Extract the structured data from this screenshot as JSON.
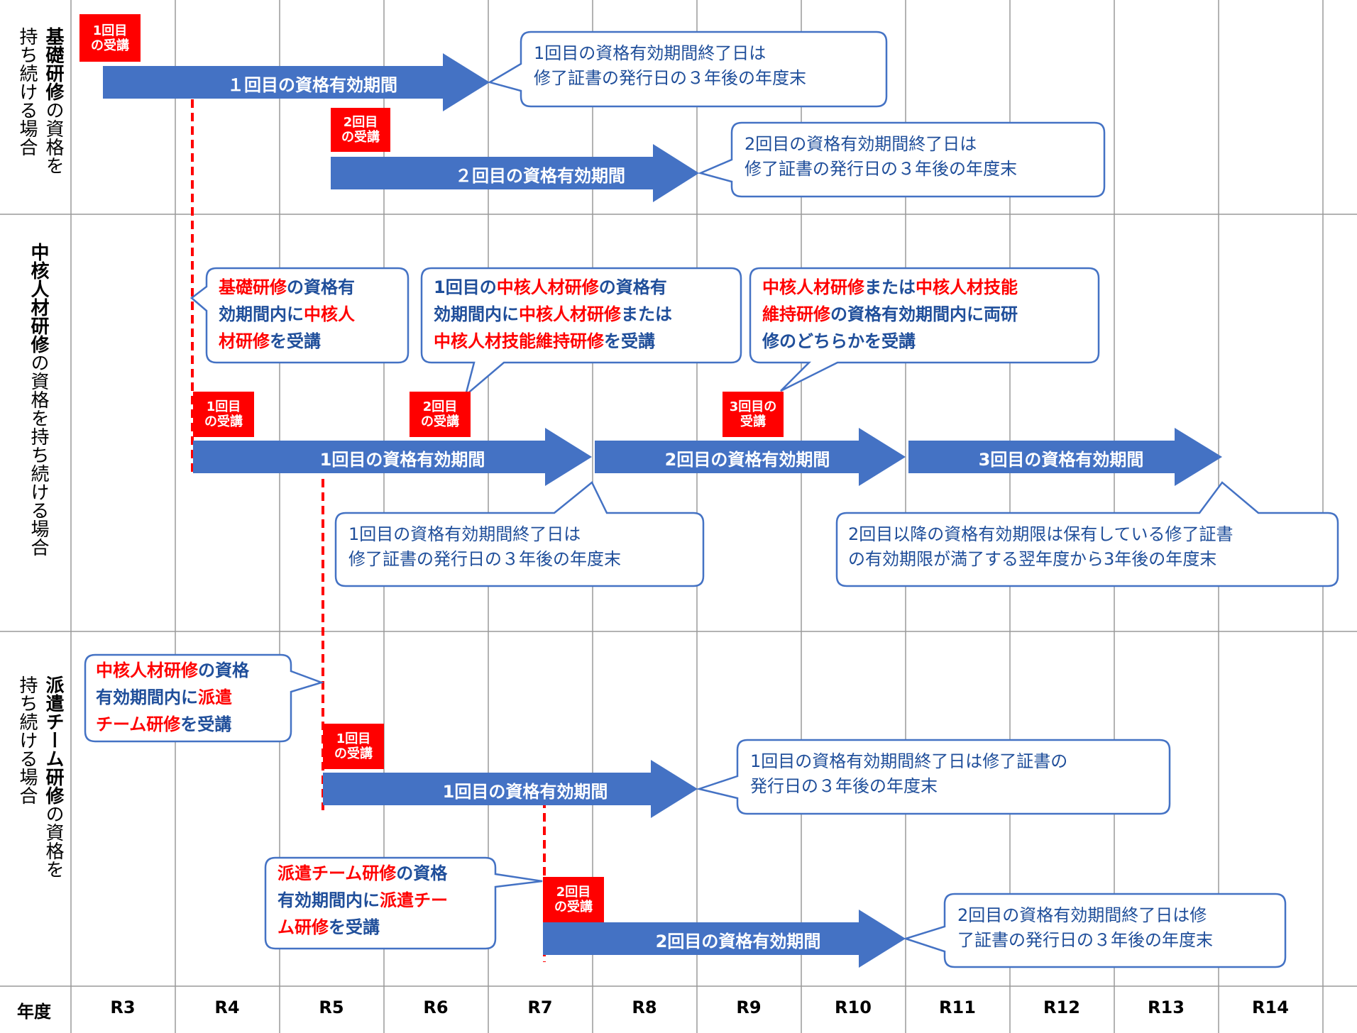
{
  "years": {
    "header": "年度",
    "labels": [
      "R3",
      "R4",
      "R5",
      "R6",
      "R7",
      "R8",
      "R9",
      "R10",
      "R11",
      "R12",
      "R13",
      "R14"
    ]
  },
  "sections": {
    "kiso": {
      "title_col1_bold": "基礎研修",
      "title_col1_rest": "の資格を",
      "title_col2": "持ち続ける場合"
    },
    "chukaku": {
      "title_bold": "中核人材研修",
      "title_rest": "の資格を持ち続ける場合"
    },
    "haken": {
      "title_col1_bold": "派遣チーム研修",
      "title_col1_rest": "の資格を",
      "title_col2": "持ち続ける場合"
    }
  },
  "badges": {
    "kiso_1": [
      "1回目",
      "の受講"
    ],
    "kiso_2": [
      "2回目",
      "の受講"
    ],
    "chukaku_1": [
      "1回目",
      "の受講"
    ],
    "chukaku_2": [
      "2回目",
      "の受講"
    ],
    "chukaku_3": [
      "3回目の",
      "受講"
    ],
    "haken_1": [
      "1回目",
      "の受講"
    ],
    "haken_2": [
      "2回目",
      "の受講"
    ]
  },
  "bars": {
    "kiso_1": "１回目の資格有効期間",
    "kiso_2": "２回目の資格有効期間",
    "chukaku_1": "1回目の資格有効期間",
    "chukaku_2": "2回目の資格有効期間",
    "chukaku_3": "3回目の資格有効期間",
    "haken_1": "1回目の資格有効期間",
    "haken_2": "2回目の資格有効期間"
  },
  "callouts": {
    "kiso_end1": [
      "1回目の資格有効期間終了日は",
      "修了証書の発行日の３年後の年度末"
    ],
    "kiso_end2": [
      "2回目の資格有効期間終了日は",
      "修了証書の発行日の３年後の年度末"
    ],
    "chukaku_cond1": {
      "l1_r": "基礎研修",
      "l1_b": "の資格有",
      "l2_b": "効期間内に",
      "l2_r": "中核人",
      "l3_r": "材研修",
      "l3_b": "を受講"
    },
    "chukaku_cond2": {
      "l1_b1": "1回目の",
      "l1_r": "中核人材研修",
      "l1_b2": "の資格有",
      "l2_b": "効期間内に",
      "l2_r": "中核人材研修",
      "l2_b2": "または",
      "l3_r": "中核人材技能維持研修",
      "l3_b": "を受講"
    },
    "chukaku_cond3": {
      "l1_r1": "中核人材研修",
      "l1_b": "または",
      "l1_r2": "中核人材技能",
      "l2_r": "維持研修",
      "l2_b": "の資格有効期間内に両研",
      "l3_b": "修のどちらかを受講"
    },
    "chukaku_end1": [
      "1回目の資格有効期間終了日は",
      "修了証書の発行日の３年後の年度末"
    ],
    "chukaku_end2": [
      "2回目以降の資格有効期限は保有している修了証書",
      "の有効期限が満了する翌年度から3年後の年度末"
    ],
    "haken_cond1": {
      "l1_r": "中核人材研修",
      "l1_b": "の資格",
      "l2_b": "有効期間内に",
      "l2_r": "派遣",
      "l3_r": "チーム研修",
      "l3_b": "を受講"
    },
    "haken_cond2": {
      "l1_r": "派遣チーム研修",
      "l1_b": "の資格",
      "l2_b": "有効期間内に",
      "l2_r": "派遣チー",
      "l3_r": "ム研修",
      "l3_b": "を受講"
    },
    "haken_end1": [
      "1回目の資格有効期間終了日は修了証書の",
      "発行日の３年後の年度末"
    ],
    "haken_end2": [
      "2回目の資格有効期間終了日は修",
      "了証書の発行日の３年後の年度末"
    ]
  },
  "colors": {
    "bar": "#4472C4",
    "badge": "#FF0000",
    "callout_border": "#4472C4",
    "callout_text": "#1F4E9A",
    "dashed_line": "#FF0000"
  }
}
